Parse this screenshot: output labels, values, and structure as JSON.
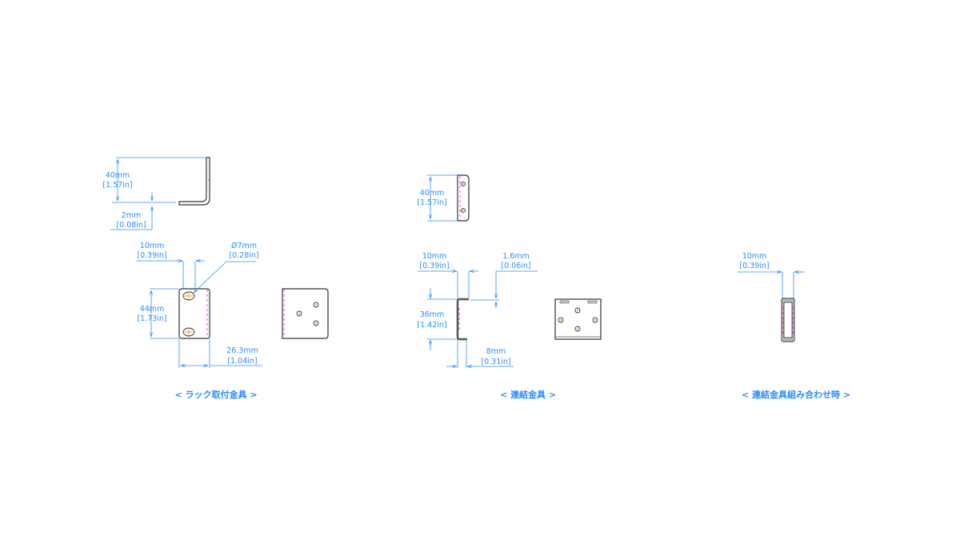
{
  "rack_bracket": {
    "caption": "< ラック取付金具 >",
    "height_mm": "40mm",
    "height_in": "[1.57in]",
    "thickness_mm": "2mm",
    "thickness_in": "[0.08in]",
    "slot_offset_mm": "10mm",
    "slot_offset_in": "[0.39in]",
    "hole_dia_mm": "Ø7mm",
    "hole_dia_in": "[0.28in]",
    "length_mm": "44mm",
    "length_in": "[1.73in]",
    "width_mm": "26.3mm",
    "width_in": "[1.04in]"
  },
  "joint_bracket": {
    "caption": "< 連結金具 >",
    "height_mm": "40mm",
    "height_in": "[1.57in]",
    "flange_mm": "10mm",
    "flange_in": "[0.39in]",
    "thickness_mm": "1.6mm",
    "thickness_in": "[0.06in]",
    "length_mm": "36mm",
    "length_in": "[1.42in]",
    "bottom_mm": "8mm",
    "bottom_in": "[0.31in]"
  },
  "assembled": {
    "caption": "< 連結金具組み合わせ時 >",
    "width_mm": "10mm",
    "width_in": "[0.39in]"
  },
  "colors": {
    "dimension": "#2a8cff",
    "hidden_line": "#ff00ff",
    "center_mark": "#ff8800"
  }
}
